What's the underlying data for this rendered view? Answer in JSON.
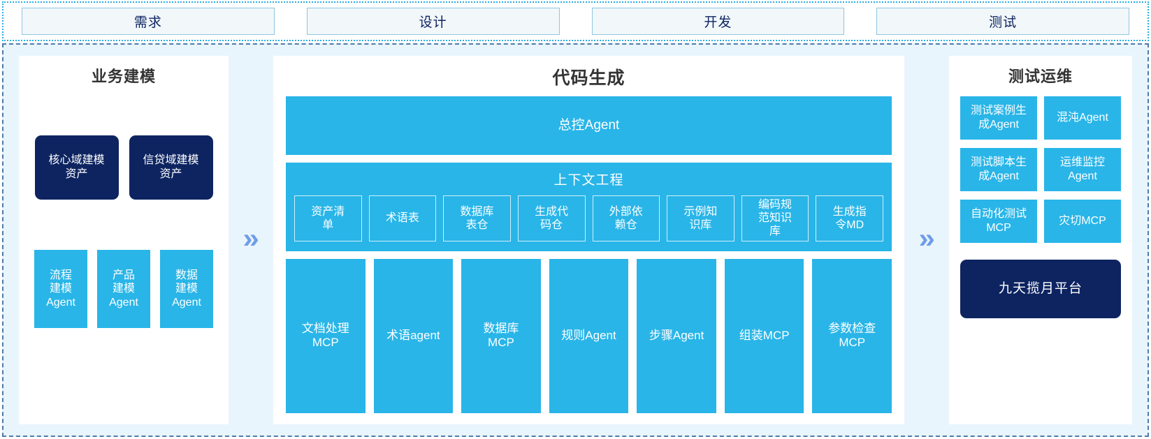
{
  "phases": {
    "tabs": [
      {
        "label": "需求"
      },
      {
        "label": "设计"
      },
      {
        "label": "开发"
      },
      {
        "label": "测试"
      }
    ]
  },
  "separators": {
    "chevron_glyph": "»",
    "chevron_color": "#6f9de8"
  },
  "colors": {
    "cyan": "#29b5e8",
    "navy": "#0d2461",
    "panel_bg": "#ffffff",
    "region_bg": "#e9f5fd",
    "tab_bg": "#f2f7fa",
    "tab_border": "#8fc6e0",
    "region_border": "#4f7aa8",
    "strip_border": "#29ade4"
  },
  "left_panel": {
    "title": "业务建模",
    "assets": [
      {
        "label": "核心域建模\n资产"
      },
      {
        "label": "信贷域建模\n资产"
      }
    ],
    "agents": [
      {
        "label": "流程\n建模\nAgent"
      },
      {
        "label": "产品\n建模\nAgent"
      },
      {
        "label": "数据\n建模\nAgent"
      }
    ]
  },
  "mid_panel": {
    "title": "代码生成",
    "master_agent": "总控Agent",
    "context": {
      "title": "上下文工程",
      "items": [
        {
          "label": "资产清\n单"
        },
        {
          "label": "术语表"
        },
        {
          "label": "数据库\n表仓"
        },
        {
          "label": "生成代\n码仓"
        },
        {
          "label": "外部依\n赖仓"
        },
        {
          "label": "示例知\n识库"
        },
        {
          "label": "编码规\n范知识\n库"
        },
        {
          "label": "生成指\n令MD"
        }
      ]
    },
    "tools": [
      {
        "label": "文档处理\nMCP"
      },
      {
        "label": "术语agent"
      },
      {
        "label": "数据库\nMCP"
      },
      {
        "label": "规则Agent"
      },
      {
        "label": "步骤Agent"
      },
      {
        "label": "组装MCP"
      },
      {
        "label": "参数检查\nMCP"
      }
    ]
  },
  "right_panel": {
    "title": "测试运维",
    "cards": [
      {
        "label": "测试案例生\n成Agent"
      },
      {
        "label": "混沌Agent"
      },
      {
        "label": "测试脚本生\n成Agent"
      },
      {
        "label": "运维监控\nAgent"
      },
      {
        "label": "自动化测试\nMCP"
      },
      {
        "label": "灾切MCP"
      }
    ],
    "platform": {
      "label": "九天揽月平台"
    }
  }
}
